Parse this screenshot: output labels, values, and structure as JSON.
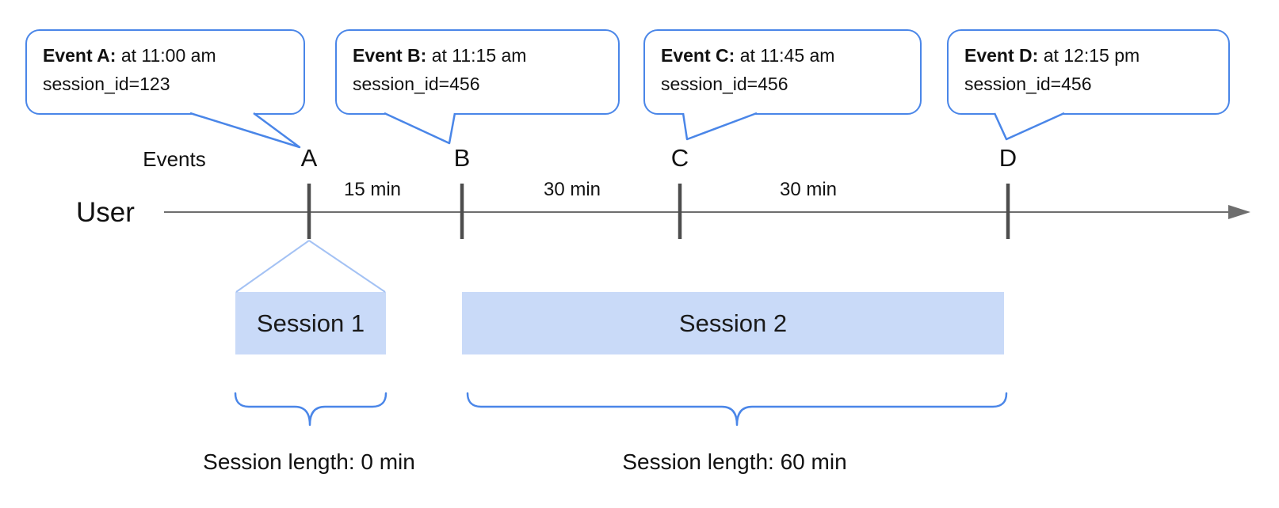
{
  "diagram": {
    "axis": {
      "events_label": "Events",
      "user_label": "User"
    },
    "callouts": [
      {
        "letter": "A",
        "title": "Event A:",
        "time": "at 11:00 am",
        "session_id": "session_id=123"
      },
      {
        "letter": "B",
        "title": "Event B:",
        "time": "at 11:15 am",
        "session_id": "session_id=456"
      },
      {
        "letter": "C",
        "title": "Event C:",
        "time": "at 11:45 am",
        "session_id": "session_id=456"
      },
      {
        "letter": "D",
        "title": "Event D:",
        "time": "at 12:15 pm",
        "session_id": "session_id=456"
      }
    ],
    "intervals": [
      {
        "label": "15 min"
      },
      {
        "label": "30 min"
      },
      {
        "label": "30 min"
      }
    ],
    "sessions": [
      {
        "label": "Session 1",
        "length_label": "Session length: 0 min"
      },
      {
        "label": "Session 2",
        "length_label": "Session length: 60 min"
      }
    ],
    "colors": {
      "callout_border_blue": "#4a86e8",
      "funnel_light_blue": "#a4c2f4",
      "session_bar_fill": "#c9daf8",
      "timeline_gray": "#6e6e6e",
      "tick_gray": "#4d4d4d",
      "text_black": "#111111"
    }
  }
}
